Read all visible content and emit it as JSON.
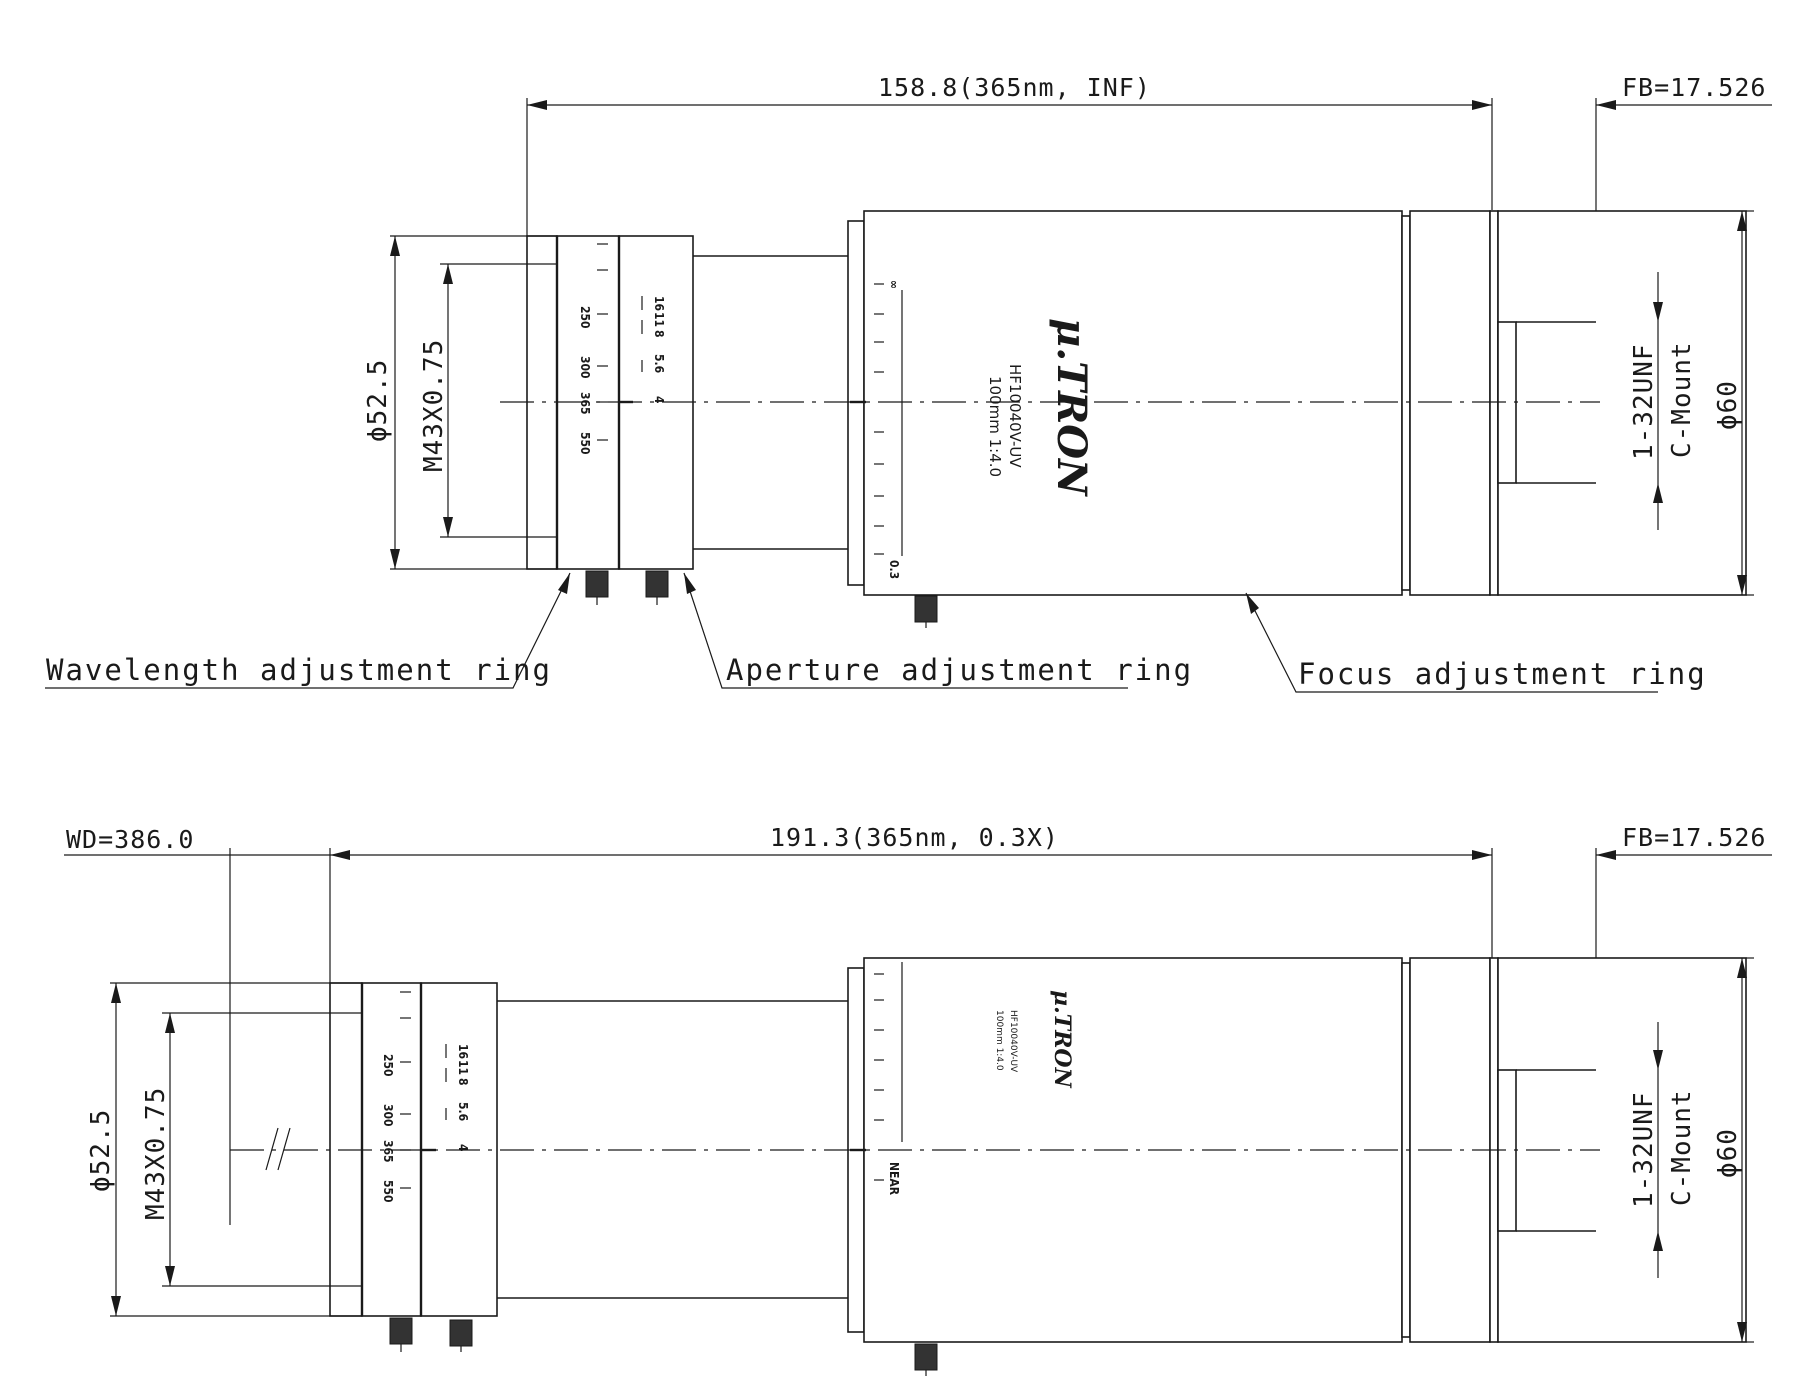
{
  "top_view": {
    "dim_total": "158.8(365nm, INF)",
    "dim_fb": "FB=17.526",
    "dim_outer_dia": "ϕ52.5",
    "dim_thread": "M43X0.75",
    "dim_mount_thread": "1-32UNF",
    "dim_mount_type": "C-Mount",
    "dim_body_dia": "ϕ60",
    "brand": "μ.TRON",
    "model": "HF10040V-UV",
    "spec": "100mm 1:4.0",
    "wavelength_marks": [
      "250",
      "300",
      "365",
      "550"
    ],
    "aperture_marks": [
      "16",
      "11",
      "8",
      "5.6",
      "4"
    ],
    "focus_marks": [
      "∞",
      "0.3"
    ],
    "callout_wavelength": "Wavelength adjustment ring",
    "callout_aperture": "Aperture adjustment ring",
    "callout_focus": "Focus adjustment ring"
  },
  "bottom_view": {
    "dim_wd": "WD=386.0",
    "dim_total": "191.3(365nm, 0.3X)",
    "dim_fb": "FB=17.526",
    "dim_outer_dia": "ϕ52.5",
    "dim_thread": "M43X0.75",
    "dim_mount_thread": "1-32UNF",
    "dim_mount_type": "C-Mount",
    "dim_body_dia": "ϕ60",
    "brand": "μ.TRON",
    "model": "HF10040V-UV",
    "spec": "100mm 1:4.0",
    "wavelength_marks": [
      "250",
      "300",
      "365",
      "550"
    ],
    "aperture_marks": [
      "16",
      "11",
      "8",
      "5.6",
      "4"
    ],
    "focus_near": "NEAR"
  }
}
